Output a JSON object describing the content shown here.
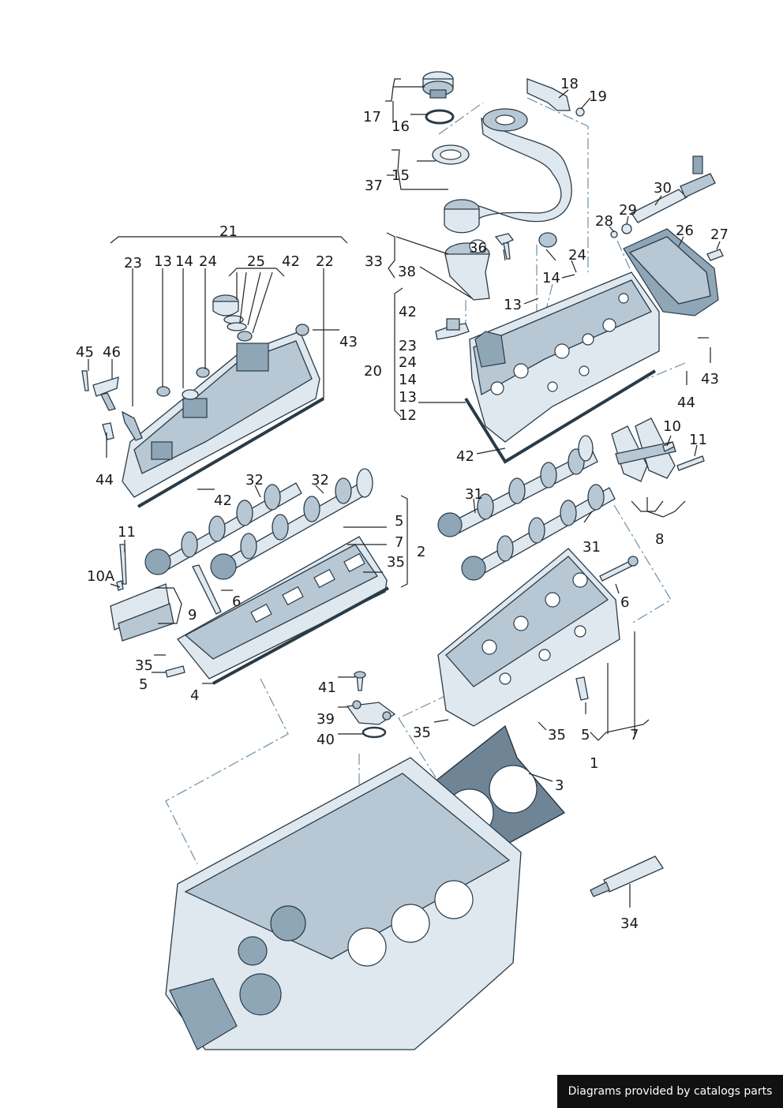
{
  "footer": {
    "text": "Diagrams provided by catalogs parts"
  },
  "callouts": [
    {
      "text": "18"
    },
    {
      "text": "19"
    },
    {
      "text": "17"
    },
    {
      "text": "16"
    },
    {
      "text": "15"
    },
    {
      "text": "37"
    },
    {
      "text": "30"
    },
    {
      "text": "28"
    },
    {
      "text": "29"
    },
    {
      "text": "26"
    },
    {
      "text": "27"
    },
    {
      "text": "21"
    },
    {
      "text": "23"
    },
    {
      "text": "13"
    },
    {
      "text": "14"
    },
    {
      "text": "24"
    },
    {
      "text": "25"
    },
    {
      "text": "42"
    },
    {
      "text": "22"
    },
    {
      "text": "33"
    },
    {
      "text": "36"
    },
    {
      "text": "38"
    },
    {
      "text": "24"
    },
    {
      "text": "14"
    },
    {
      "text": "13"
    },
    {
      "text": "42"
    },
    {
      "text": "23"
    },
    {
      "text": "24"
    },
    {
      "text": "20"
    },
    {
      "text": "14"
    },
    {
      "text": "13"
    },
    {
      "text": "12"
    },
    {
      "text": "43"
    },
    {
      "text": "45"
    },
    {
      "text": "46"
    },
    {
      "text": "43"
    },
    {
      "text": "44"
    },
    {
      "text": "42"
    },
    {
      "text": "44"
    },
    {
      "text": "10"
    },
    {
      "text": "11"
    },
    {
      "text": "32"
    },
    {
      "text": "32"
    },
    {
      "text": "42"
    },
    {
      "text": "31"
    },
    {
      "text": "5"
    },
    {
      "text": "7"
    },
    {
      "text": "2"
    },
    {
      "text": "35"
    },
    {
      "text": "31"
    },
    {
      "text": "8"
    },
    {
      "text": "11"
    },
    {
      "text": "10A"
    },
    {
      "text": "6"
    },
    {
      "text": "9"
    },
    {
      "text": "6"
    },
    {
      "text": "35"
    },
    {
      "text": "5"
    },
    {
      "text": "4"
    },
    {
      "text": "41"
    },
    {
      "text": "39"
    },
    {
      "text": "40"
    },
    {
      "text": "35"
    },
    {
      "text": "35"
    },
    {
      "text": "5"
    },
    {
      "text": "7"
    },
    {
      "text": "1"
    },
    {
      "text": "3"
    },
    {
      "text": "34"
    }
  ]
}
